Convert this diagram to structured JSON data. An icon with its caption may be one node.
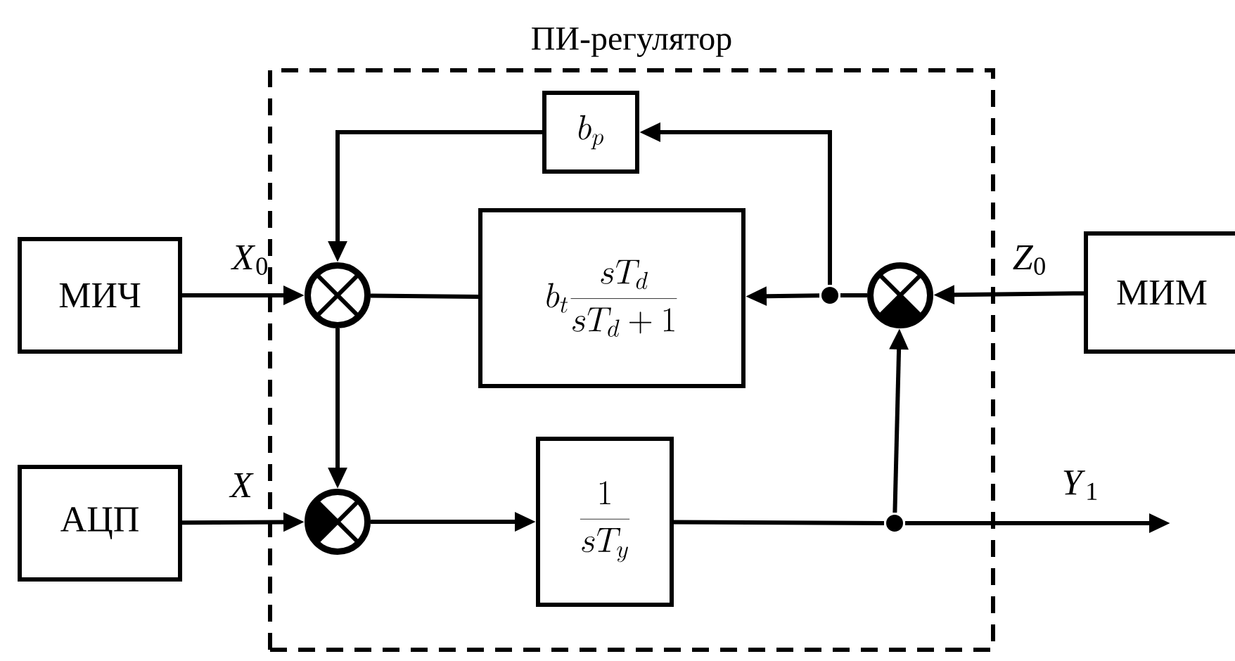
{
  "diagram": {
    "nodes": [
      {
        "text": [
          "ПИ-регулятор"
        ]
      },
      {
        "text": [
          "МИЧ"
        ]
      },
      {
        "text": [
          "АЦП"
        ]
      },
      {
        "text": [
          "МИМ"
        ]
      },
      {
        "text": [
          "b_p"
        ],
        "in": 0
      },
      {
        "text": [
          "b_t \\frac{sT_d}{sT_d+1}"
        ],
        "in": 0
      },
      {
        "text": [
          "\\frac{1}{sT_y}"
        ],
        "in": 0
      },
      {
        "text": [],
        "shape": "circle",
        "in": 0
      },
      {
        "text": [],
        "shape": "circle",
        "in": 0
      },
      {
        "text": [],
        "shape": "circle",
        "in": 0
      },
      {
        "text": [],
        "shape": "dot",
        "in": 0
      },
      {
        "text": [],
        "shape": "dot",
        "in": 0
      }
    ],
    "edges": [
      {
        "from": 1,
        "to": 7,
        "arrow": "to",
        "label": "*X*$_{0}$"
      },
      {
        "from": 2,
        "to": 8,
        "arrow": "to",
        "label": "*X*"
      },
      {
        "from": 3,
        "to": 9,
        "arrow": "to",
        "label": "*Z*$_{0}$"
      },
      {
        "from": 7,
        "to": 5,
        "arrow": "none"
      },
      {
        "from": 7,
        "to": 8,
        "arrow": "to"
      },
      {
        "from": 8,
        "to": 6,
        "arrow": "to"
      },
      {
        "from": 6,
        "to": 11,
        "arrow": "none"
      },
      {
        "from": 11,
        "to": null,
        "arrow": "to",
        "label": "*Y*$_{1}$"
      },
      {
        "from": 11,
        "to": 9,
        "arrow": "to"
      },
      {
        "from": 9,
        "to": 10,
        "arrow": "none"
      },
      {
        "from": 10,
        "to": 5,
        "arrow": "to"
      },
      {
        "from": 10,
        "to": 4,
        "arrow": "to"
      },
      {
        "from": 4,
        "to": 7,
        "arrow": "to"
      }
    ]
  }
}
